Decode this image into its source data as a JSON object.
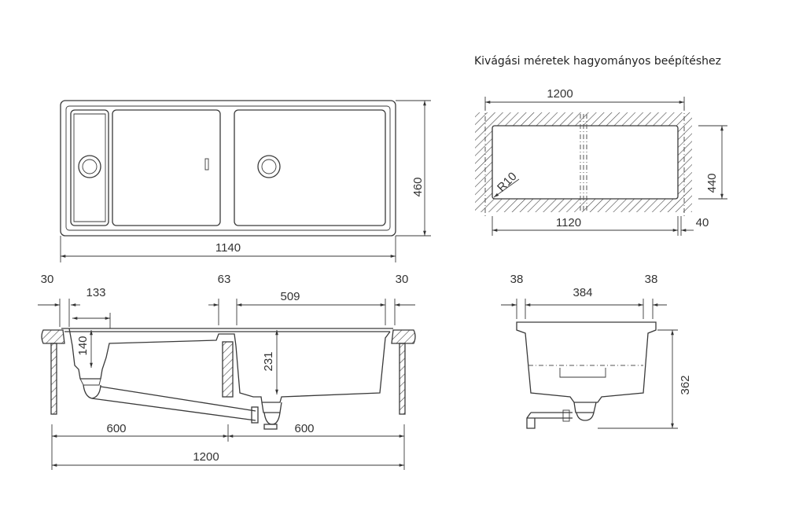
{
  "title": "Kivágási méretek hagyományos beépítéshez",
  "top_view": {
    "width_label": "1140",
    "depth_label": "460"
  },
  "cutout": {
    "width_label": "1200",
    "inner_width_label": "1120",
    "depth_label": "440",
    "margin_label": "40",
    "radius_label": "R10"
  },
  "side_view": {
    "left_rim_label": "30",
    "small_bowl_label": "133",
    "divider_label": "63",
    "main_bowl_label": "509",
    "right_rim_label": "30",
    "small_depth_label": "140",
    "main_depth_label": "231",
    "left_cabinet_label": "600",
    "right_cabinet_label": "600",
    "total_label": "1200"
  },
  "end_view": {
    "left_rim_label": "38",
    "bowl_label": "384",
    "right_rim_label": "38",
    "depth_label": "362"
  }
}
